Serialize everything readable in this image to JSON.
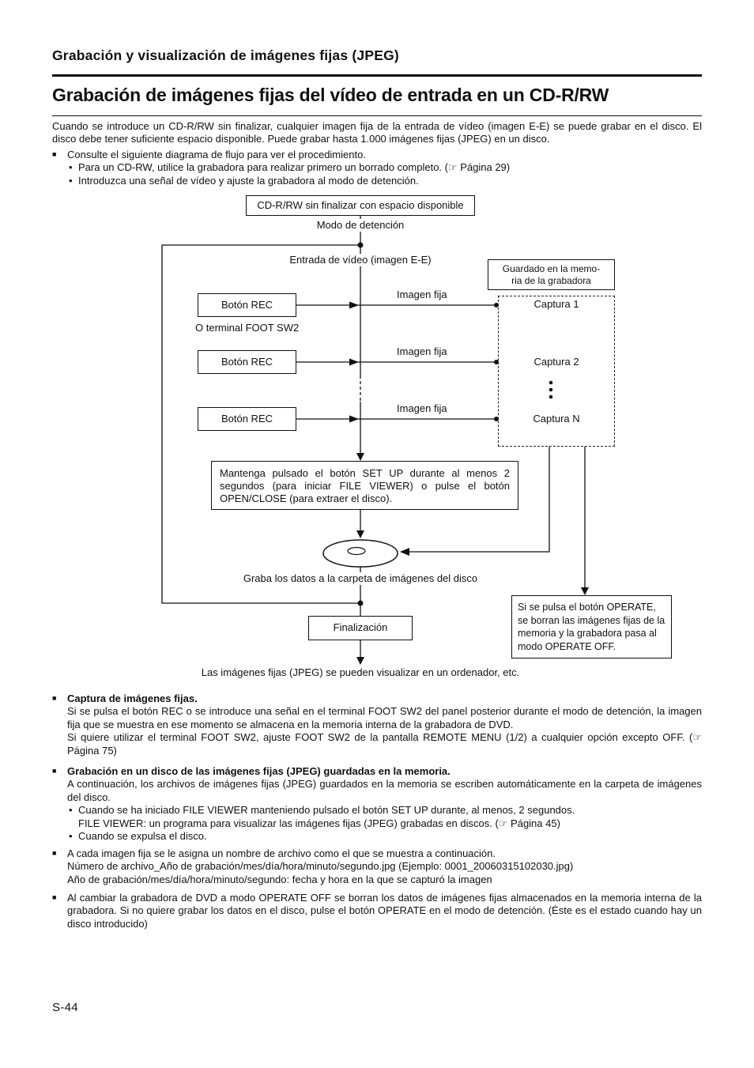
{
  "page": {
    "header": "Grabación y visualización de imágenes fijas (JPEG)",
    "title": "Grabación de imágenes fijas del vídeo de entrada en un CD-R/RW",
    "intro": "Cuando se introduce un CD-R/RW sin finalizar, cualquier imagen fija de la entrada de vídeo (imagen E-E) se puede grabar en el disco. El disco debe tener suficiente espacio disponible. Puede grabar hasta 1.000 imágenes fijas (JPEG) en un disco.",
    "page_number": "S-44"
  },
  "procedure_note": {
    "heading": "Consulte el siguiente diagrama de flujo para ver el procedimiento.",
    "bullets": [
      "Para un CD-RW, utilice la grabadora para realizar primero un borrado completo. (☞ Página 29)",
      "Introduzca una señal de vídeo y ajuste la grabadora al modo de detención."
    ]
  },
  "flowchart": {
    "start_box": "CD-R/RW sin finalizar con espacio disponible",
    "stop_mode_label": "Modo de detención",
    "video_input_label": "Entrada de vídeo (imagen E-E)",
    "memory_box_line1": "Guardado en la memo-",
    "memory_box_line2": "ria de la grabadora",
    "rec_button_label": "Botón REC",
    "foot_sw2_label": "O terminal FOOT SW2",
    "still_image_label": "Imagen fija",
    "captures": [
      "Captura 1",
      "Captura 2",
      "Captura N"
    ],
    "setup_box": "Mantenga pulsado el botón SET UP durante al menos 2 segundos (para iniciar FILE VIEWER) o pulse el botón OPEN/CLOSE (para extraer el disco).",
    "write_label": "Graba los datos a la carpeta de imágenes del disco",
    "finalize_box": "Finalización",
    "operate_box": "Si se pulsa el botón OPERATE, se borran las imágenes fijas de la memoria y la grabadora pasa al modo OPERATE OFF.",
    "view_label": "Las imágenes fijas (JPEG) se pueden visualizar en un ordenador, etc."
  },
  "sections": [
    {
      "heading": "Captura de imágenes fijas.",
      "para1": "Si se pulsa el botón REC o se introduce una señal en el terminal FOOT SW2 del panel posterior durante el modo de detención, la imagen fija que se muestra en ese momento se almacena en la memoria interna de la grabadora de DVD.",
      "para2": "Si quiere utilizar el terminal FOOT SW2, ajuste FOOT SW2 de la pantalla REMOTE MENU (1/2) a cualquier opción excepto OFF. (☞ Página 75)"
    },
    {
      "heading": "Grabación en un disco de las imágenes fijas (JPEG) guardadas en la memoria.",
      "para1": "A continuación, los archivos de imágenes fijas (JPEG) guardados en la memoria se escriben automáticamente en la carpeta de imágenes del disco.",
      "bullet1": "Cuando se ha iniciado FILE VIEWER manteniendo pulsado el botón SET UP durante, al menos, 2 segundos.",
      "bullet1_sub": "FILE VIEWER: un programa para visualizar las imágenes fijas (JPEG) grabadas en discos. (☞ Página 45)",
      "bullet2": "Cuando se expulsa el disco."
    },
    {
      "heading": "A cada imagen fija se le asigna un nombre de archivo como el que se muestra a continuación.",
      "para1": "Número de archivo_Año de grabación/mes/día/hora/minuto/segundo.jpg (Ejemplo: 0001_20060315102030.jpg)",
      "para2": "Año de grabación/mes/día/hora/minuto/segundo: fecha y hora en la que se capturó la imagen"
    },
    {
      "heading": "Al cambiar la grabadora de DVD a modo OPERATE OFF se borran los datos de imágenes fijas almacenados en la memoria interna de la grabadora. Si no quiere grabar los datos en el disco, pulse el botón OPERATE en el modo de detención. (Éste es el estado cuando hay un disco introducido)"
    }
  ]
}
